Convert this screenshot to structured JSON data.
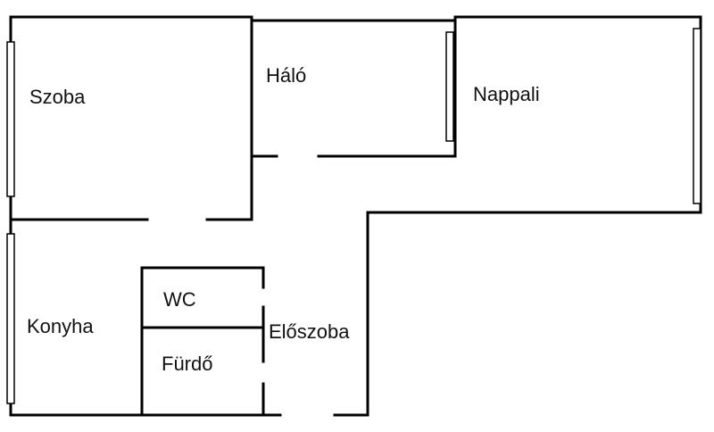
{
  "colors": {
    "wall": "#000000",
    "background": "#ffffff",
    "text": "#111111"
  },
  "rooms": {
    "szoba": "Szoba",
    "halo": "Háló",
    "nappali": "Nappali",
    "konyha": "Konyha",
    "wc": "WC",
    "furdo": "Fürdő",
    "eloszoba": "Előszoba"
  }
}
